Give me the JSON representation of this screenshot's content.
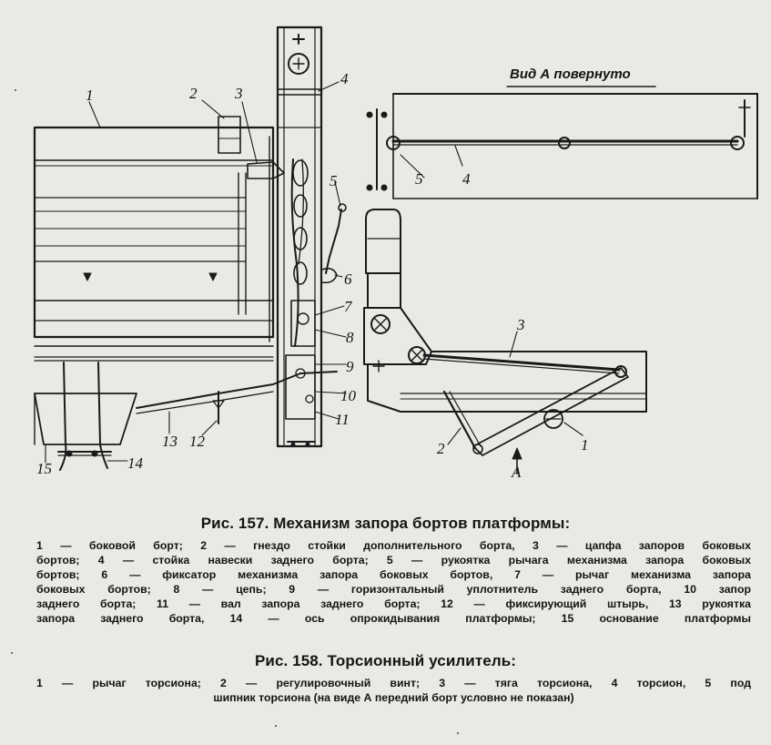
{
  "view_label": "Вид А  повернуто",
  "callouts": {
    "fig157": [
      "1",
      "2",
      "3",
      "4",
      "5",
      "6",
      "7",
      "8",
      "9",
      "10",
      "11",
      "12",
      "13",
      "14",
      "15"
    ],
    "view_a": [
      "5",
      "4"
    ],
    "fig158": [
      "3",
      "2",
      "1"
    ],
    "arrow_label": "А"
  },
  "fig157": {
    "title": "Рис. 157. Механизм запора бортов платформы:",
    "lines": [
      "1 — боковой борт; 2 — гнездо стойки дополнительного борта, 3 — цапфа запоров боковых",
      "бортов; 4 — стойка навески заднего борта; 5 — рукоятка рычага механизма запора боковых",
      "бортов; 6 — фиксатор механизма запора боковых бортов, 7 — рычаг механизма запора",
      "боковых бортов; 8 — цепь; 9 — горизонтальный уплотнитель заднего борта, 10 запор",
      "заднего борта; 11 — вал запора заднего борта; 12 — фиксирующий штырь, 13 рукоятка",
      "запора заднего борта, 14 — ось опрокидывания платформы; 15 основание платформы"
    ]
  },
  "fig158": {
    "title": "Рис. 158. Торсионный усилитель:",
    "lines": [
      "1 — рычаг торсиона; 2 — регулировочный винт; 3 — тяга торсиона, 4 торсион, 5 под",
      "шипник торсиона (на виде А передний борт условно не показан)"
    ]
  }
}
